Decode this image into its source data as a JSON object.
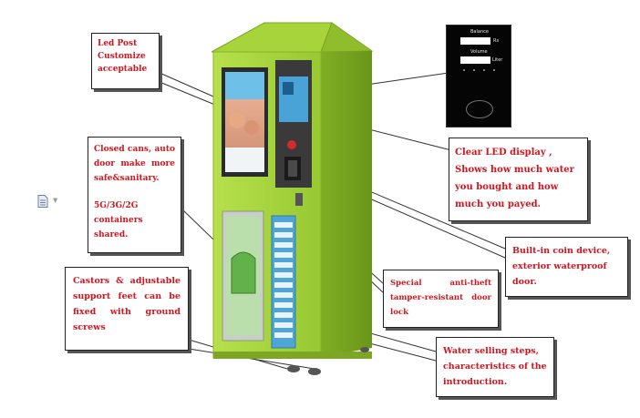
{
  "callouts": {
    "led_post": [
      "Led Post",
      "Customize",
      "acceptable"
    ],
    "closed_cans": "Closed cans, auto door make more safe&sanitary.",
    "containers": "5G/3G/2G containers shared.",
    "castors": "Castors & adjustable support feet can be fixed with ground screws",
    "clear_led": "Clear LED display , Shows how much water you bought and how much you payed.",
    "coin_device": "Built-in coin device, exterior waterproof door.",
    "anti_theft": "Special anti-theft tamper-resistant door lock",
    "water_steps": "Water selling steps, characteristics of the introduction."
  },
  "display_panel": {
    "balance_label": "Balance",
    "balance_unit": "Rs",
    "volume_label": "Volume",
    "volume_unit": "Liter",
    "colors": {
      "background": "#050505",
      "field": "#ffffff",
      "text": "#e8e8e8"
    }
  },
  "colors": {
    "machine_body": "#9fd036",
    "callout_text": "#d4141e",
    "callout_border": "#222222",
    "leader_line": "#333333"
  },
  "icons": [
    "document-icon",
    "dropdown-arrow-icon",
    "rfid-card-reader-icon"
  ]
}
